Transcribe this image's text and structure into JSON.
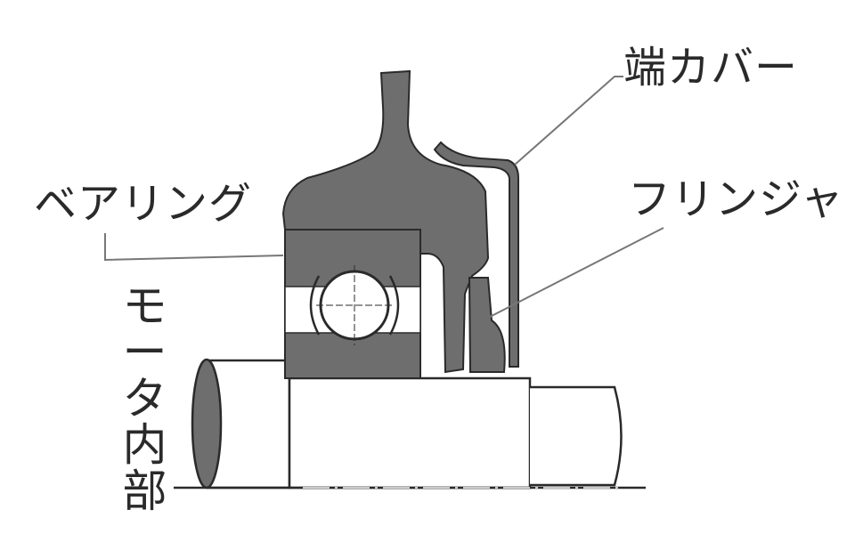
{
  "labels": {
    "end_cover": "端カバー",
    "flinger": "フリンジャ",
    "bearing": "ベアリング",
    "motor_interior": "モータ内部"
  },
  "colors": {
    "part_fill": "#6e6e6e",
    "line": "#2a2a2a",
    "leader": "#777777"
  }
}
